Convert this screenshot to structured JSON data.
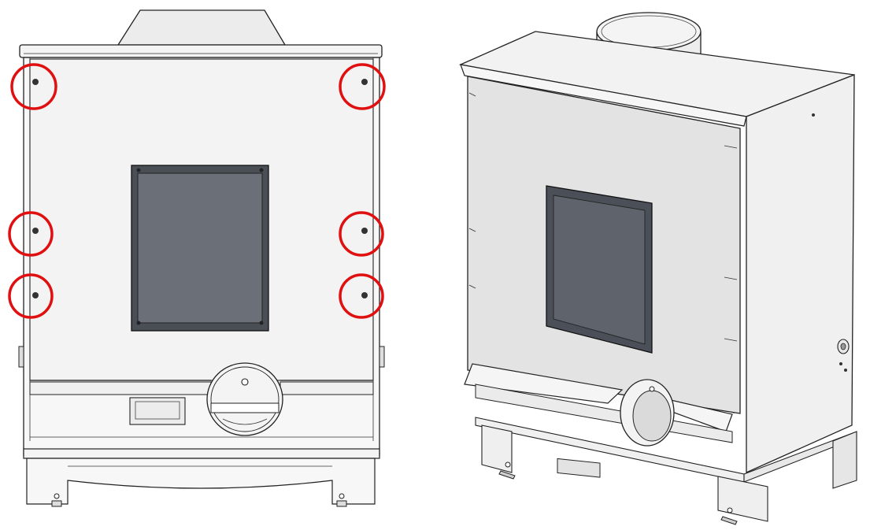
{
  "figure": {
    "views": [
      {
        "id": "front",
        "name": "front-view"
      },
      {
        "id": "iso",
        "name": "isometric-view"
      }
    ],
    "colors": {
      "outline": "#222222",
      "panel": "#f2f2f2",
      "panel_shaded": "#e4e4e4",
      "window_frame": "#4a4f56",
      "window_glass": "#6b7078",
      "highlight_circle": "#e01010"
    },
    "highlighted_screws": 6,
    "icons": [
      "screw-highlight-circle",
      "flue-collar",
      "air-vent",
      "adjustable-foot"
    ]
  }
}
